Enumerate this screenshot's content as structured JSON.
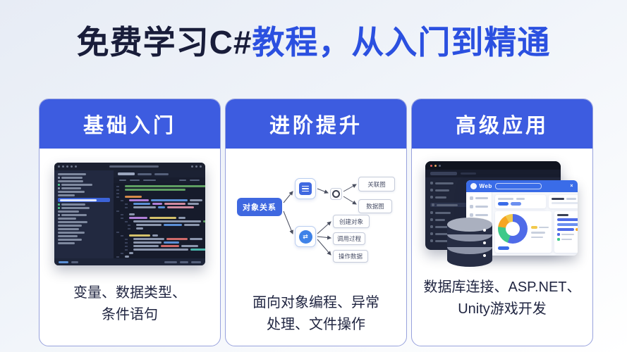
{
  "title": {
    "dark_part": "免费学习C#",
    "blue_part": "教程，从入门到精通"
  },
  "colors": {
    "title_dark": "#191d3a",
    "title_blue": "#2b50e0",
    "header_blue": "#3d5ce0",
    "card_border": "#98a2dd",
    "node_blue": "#3f68e0",
    "web_header_blue": "#3a6ce8",
    "donut_segments": [
      "#4f6be8",
      "#3ec98a",
      "#f5a623",
      "#f2c94c"
    ]
  },
  "cards": [
    {
      "header": "基础入门",
      "caption": [
        "变量、数据类型、",
        "条件语句"
      ]
    },
    {
      "header": "进阶提升",
      "caption": [
        "面向对象编程、异常",
        "处理、文件操作"
      ],
      "diagram": {
        "root": "对象关系",
        "branch_top": [
          "关联图",
          "数据图"
        ],
        "branch_bottom": [
          "创建对象",
          "调用过程",
          "操作数据"
        ]
      }
    },
    {
      "header": "高级应用",
      "caption": [
        "数据库连接、ASP.NET、",
        "Unity游戏开发"
      ],
      "web": {
        "label": "Web"
      }
    }
  ]
}
